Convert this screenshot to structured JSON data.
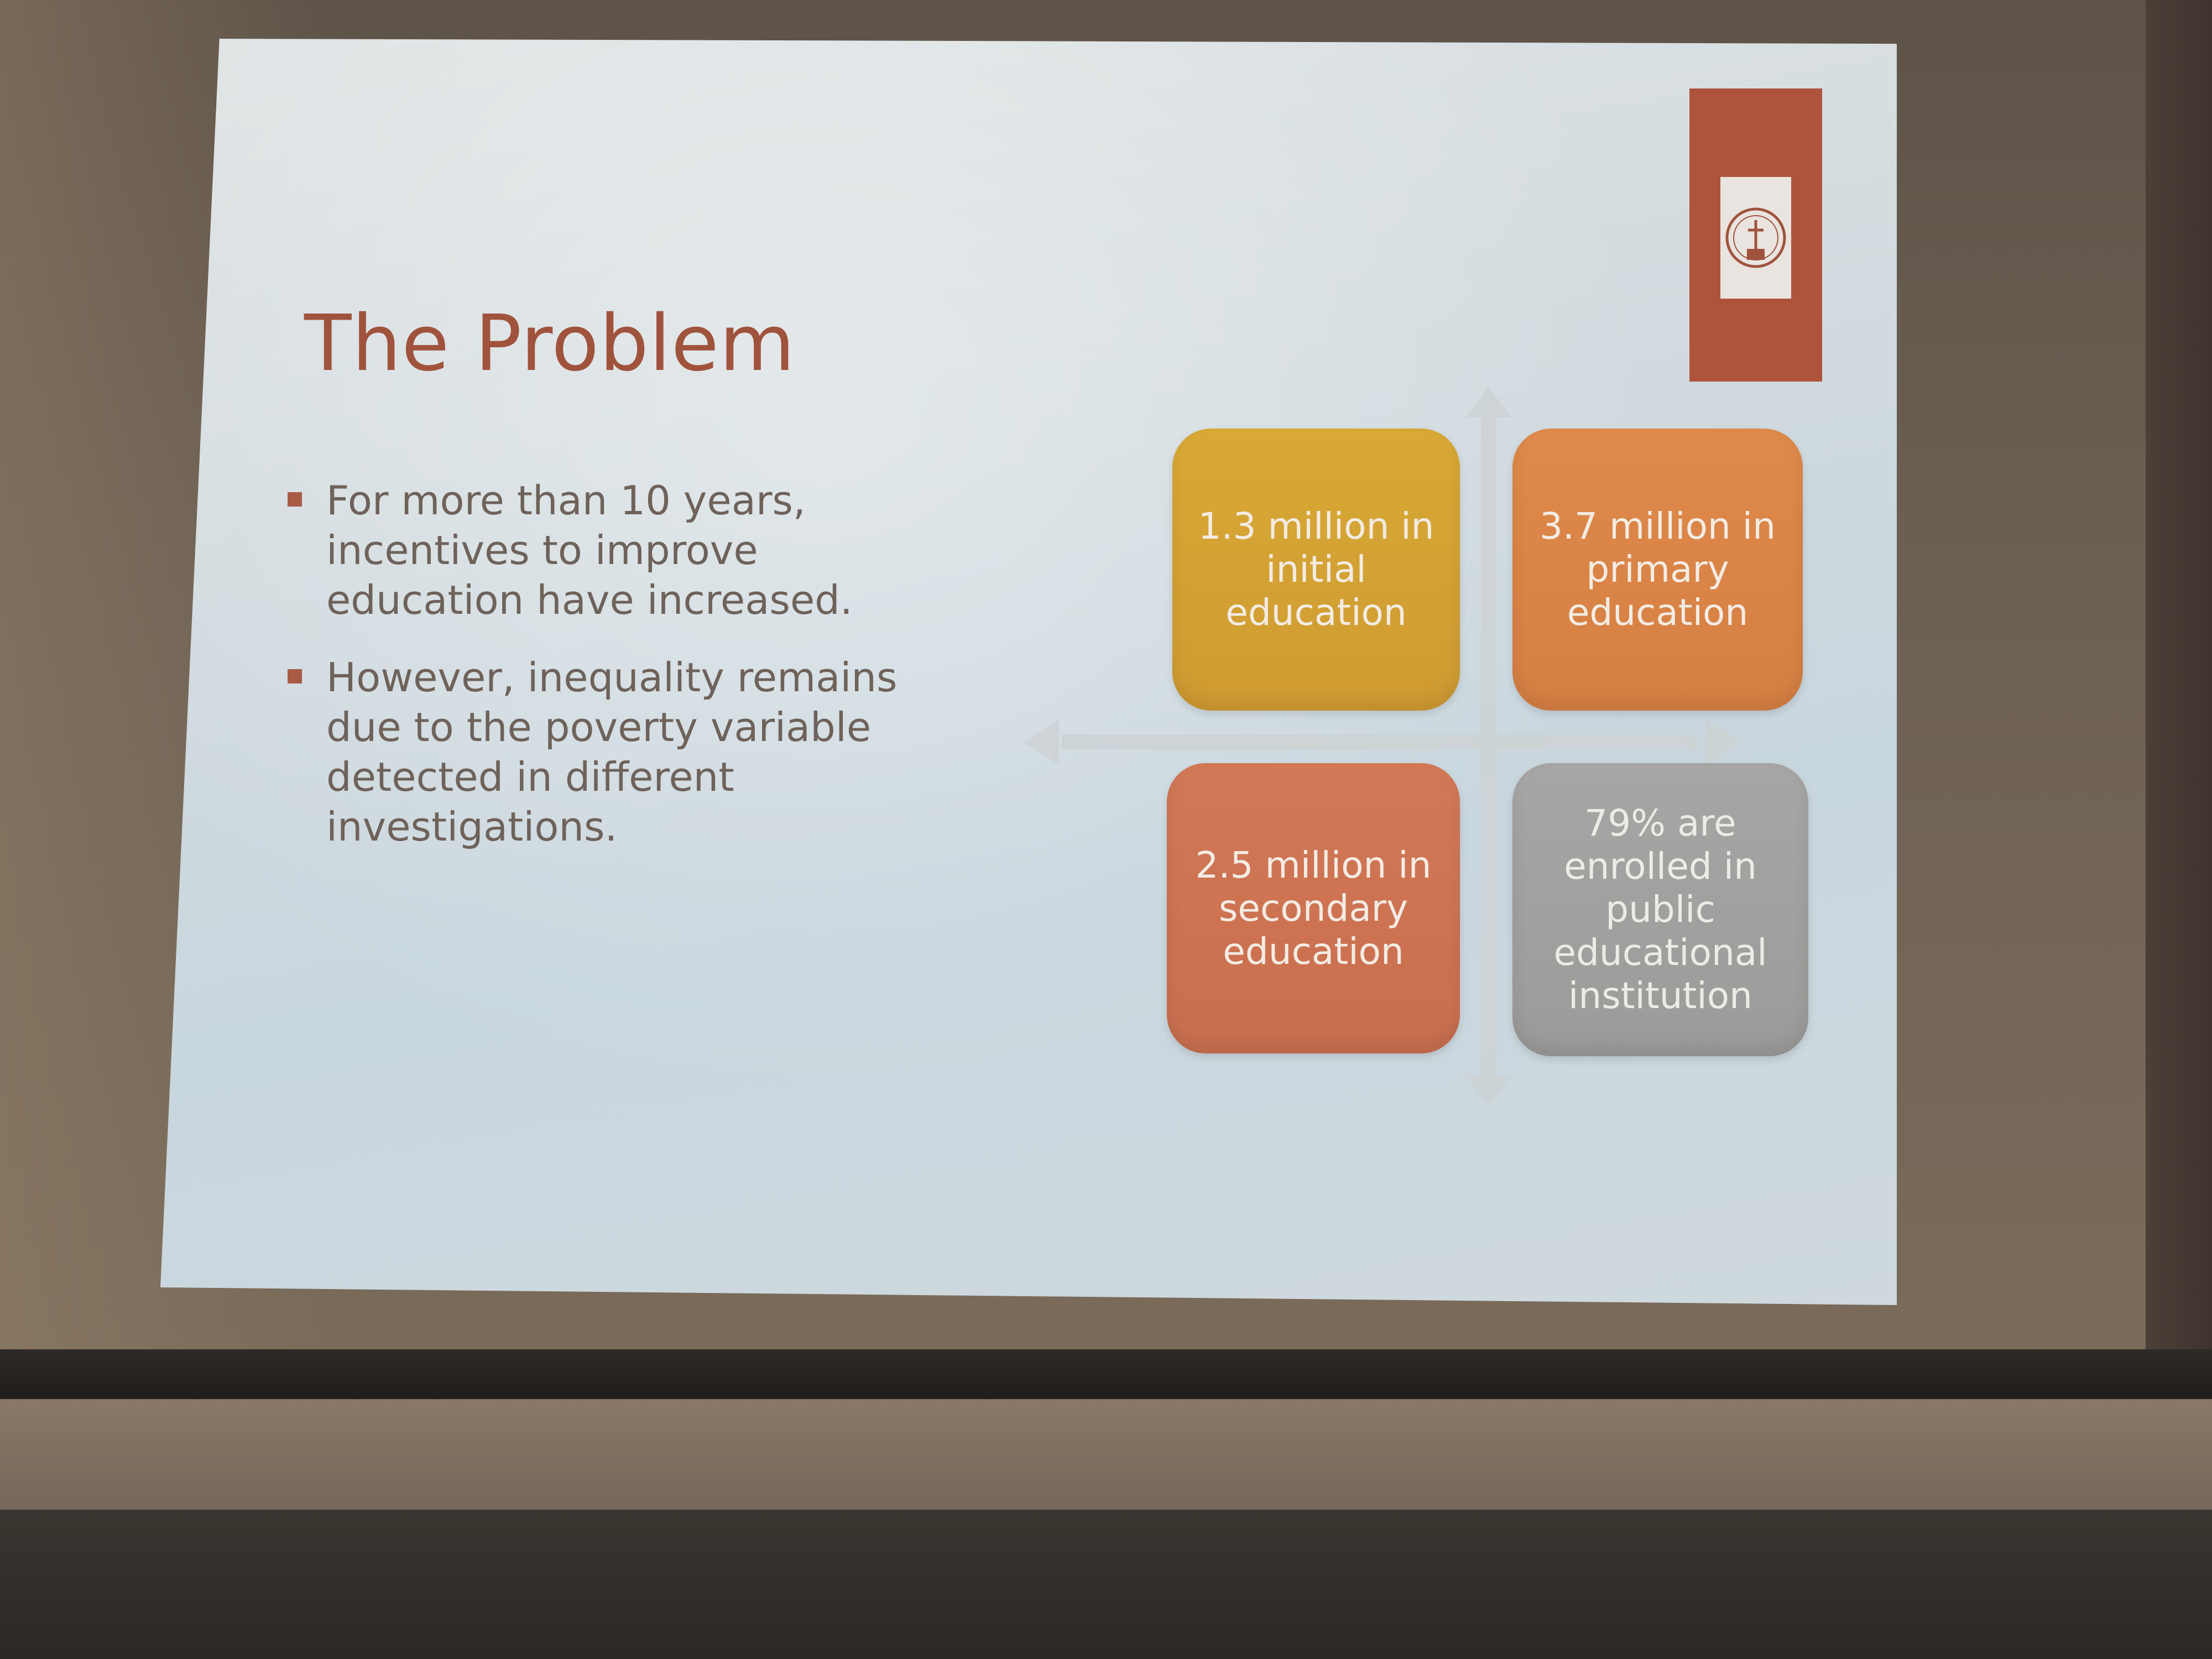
{
  "slide": {
    "title": "The Problem",
    "bullets": [
      "For more than 10 years, incentives to improve education have increased.",
      "However, inequality remains due to the poverty variable detected in different investigations."
    ],
    "quadrants": {
      "top_left": "1.3 million in\ninitial\neducation",
      "top_right": "3.7 million in\nprimary\neducation",
      "bottom_left": "2.5 million in\nsecondary\neducation",
      "bottom_right": "79% are\nenrolled in\npublic\neducational\ninstitution"
    },
    "colors": {
      "title": "#a0533c",
      "bullet_marker": "#a95b46",
      "quadrant_top_left": "#d8a935",
      "quadrant_top_right": "#de8a4b",
      "quadrant_bottom_left": "#d27856",
      "quadrant_bottom_right": "#a7a6a4",
      "logo_block": "#b0533d"
    },
    "logo": "university-seal"
  }
}
